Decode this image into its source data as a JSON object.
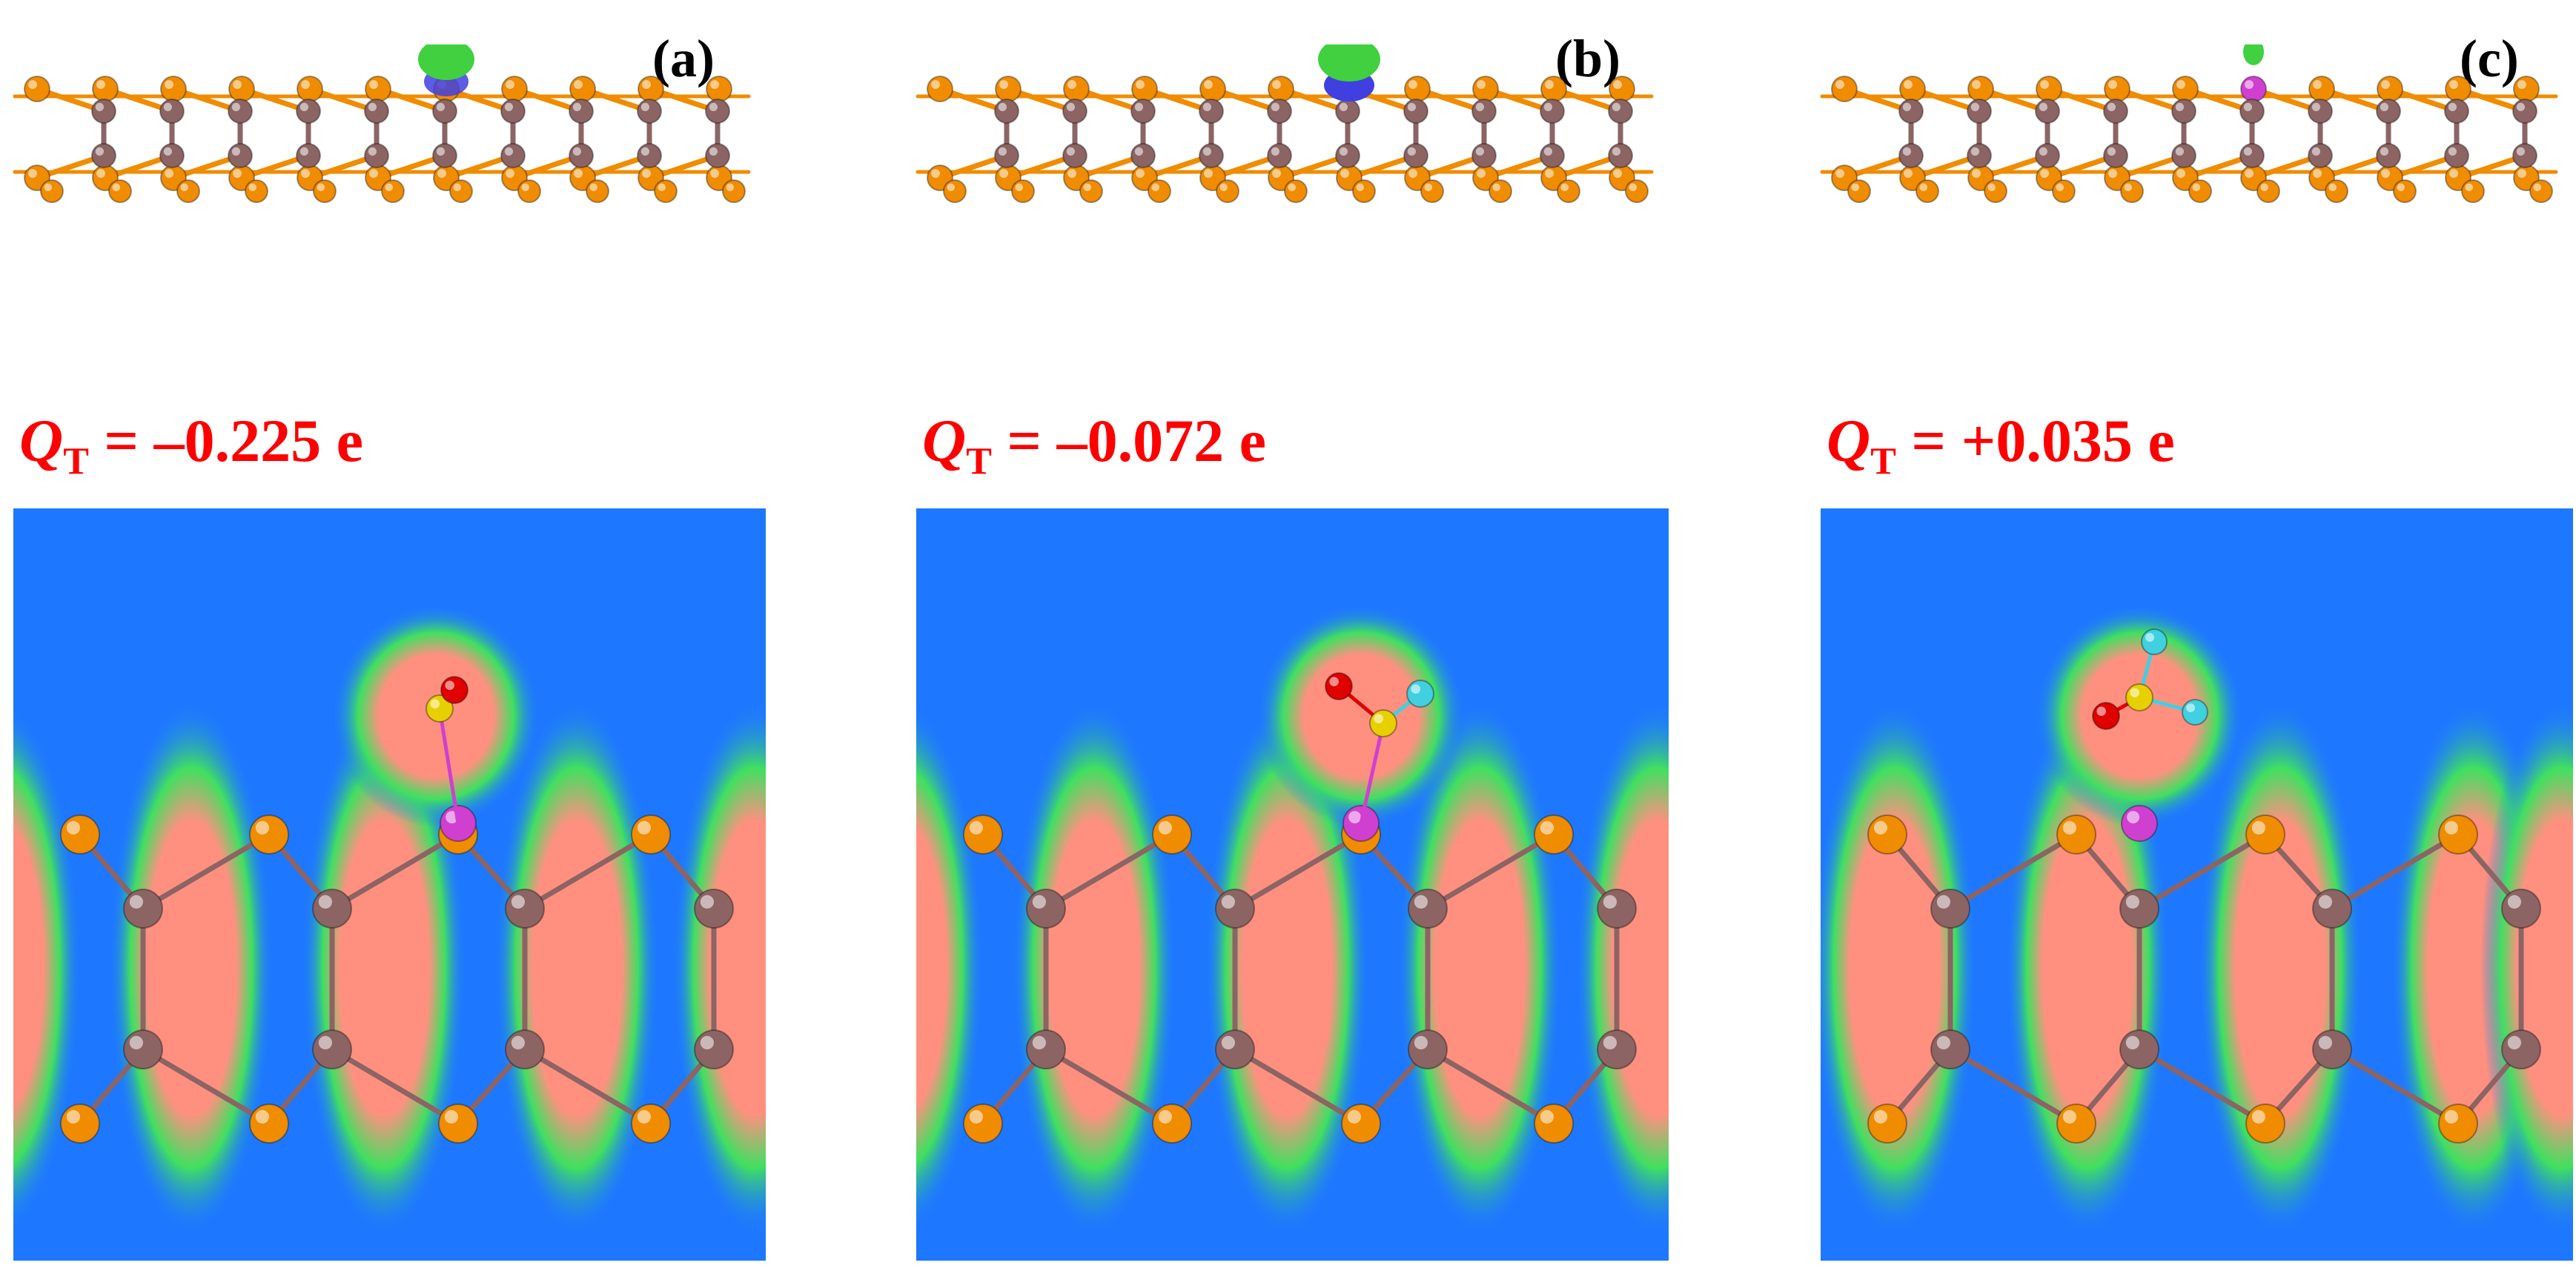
{
  "panels": [
    {
      "label": "(a)",
      "charge_symbol": "Q",
      "charge_sub": "T",
      "charge_value": " = –0.225 e",
      "adsorbate": "a"
    },
    {
      "label": "(b)",
      "charge_symbol": "Q",
      "charge_sub": "T",
      "charge_value": " = –0.072 e",
      "adsorbate": "b"
    },
    {
      "label": "(c)",
      "charge_symbol": "Q",
      "charge_sub": "T",
      "charge_value": " = +0.035 e",
      "adsorbate": "c"
    }
  ],
  "colors": {
    "S_atom": "#f08c00",
    "Mo_atom": "#8c6464",
    "dopant": "#d040d0",
    "adsorbate_S": "#e8d000",
    "O": "#e00000",
    "F": "#40d0e0",
    "depletion": "#40d040",
    "accumulation": "#4040e0",
    "elf_background": "#1e78ff",
    "elf_mid": "#40e060",
    "elf_high": "#ff9080"
  }
}
